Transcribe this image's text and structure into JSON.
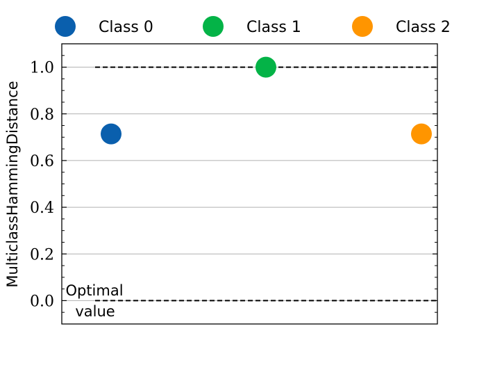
{
  "chart_data": {
    "type": "scatter",
    "ylabel": "MulticlassHammingDistance",
    "ylim": [
      -0.1,
      1.1
    ],
    "yticks": [
      0.0,
      0.2,
      0.4,
      0.6,
      0.8,
      1.0
    ],
    "ytick_labels": [
      "0.0",
      "0.2",
      "0.4",
      "0.6",
      "0.8",
      "1.0"
    ],
    "grid": "horizontal",
    "legend_position": "top",
    "series": [
      {
        "name": "Class 0",
        "color": "#0a5fad",
        "x": 0,
        "y": 0.714
      },
      {
        "name": "Class 1",
        "color": "#04b347",
        "x": 1,
        "y": 1.0
      },
      {
        "name": "Class 2",
        "color": "#ff9500",
        "x": 2,
        "y": 0.714
      }
    ],
    "reference_lines": [
      {
        "y": 1.0,
        "style": "dashed"
      },
      {
        "y": 0.0,
        "style": "dashed"
      }
    ],
    "annotation": {
      "line1": "Optimal",
      "line2": "value"
    }
  }
}
